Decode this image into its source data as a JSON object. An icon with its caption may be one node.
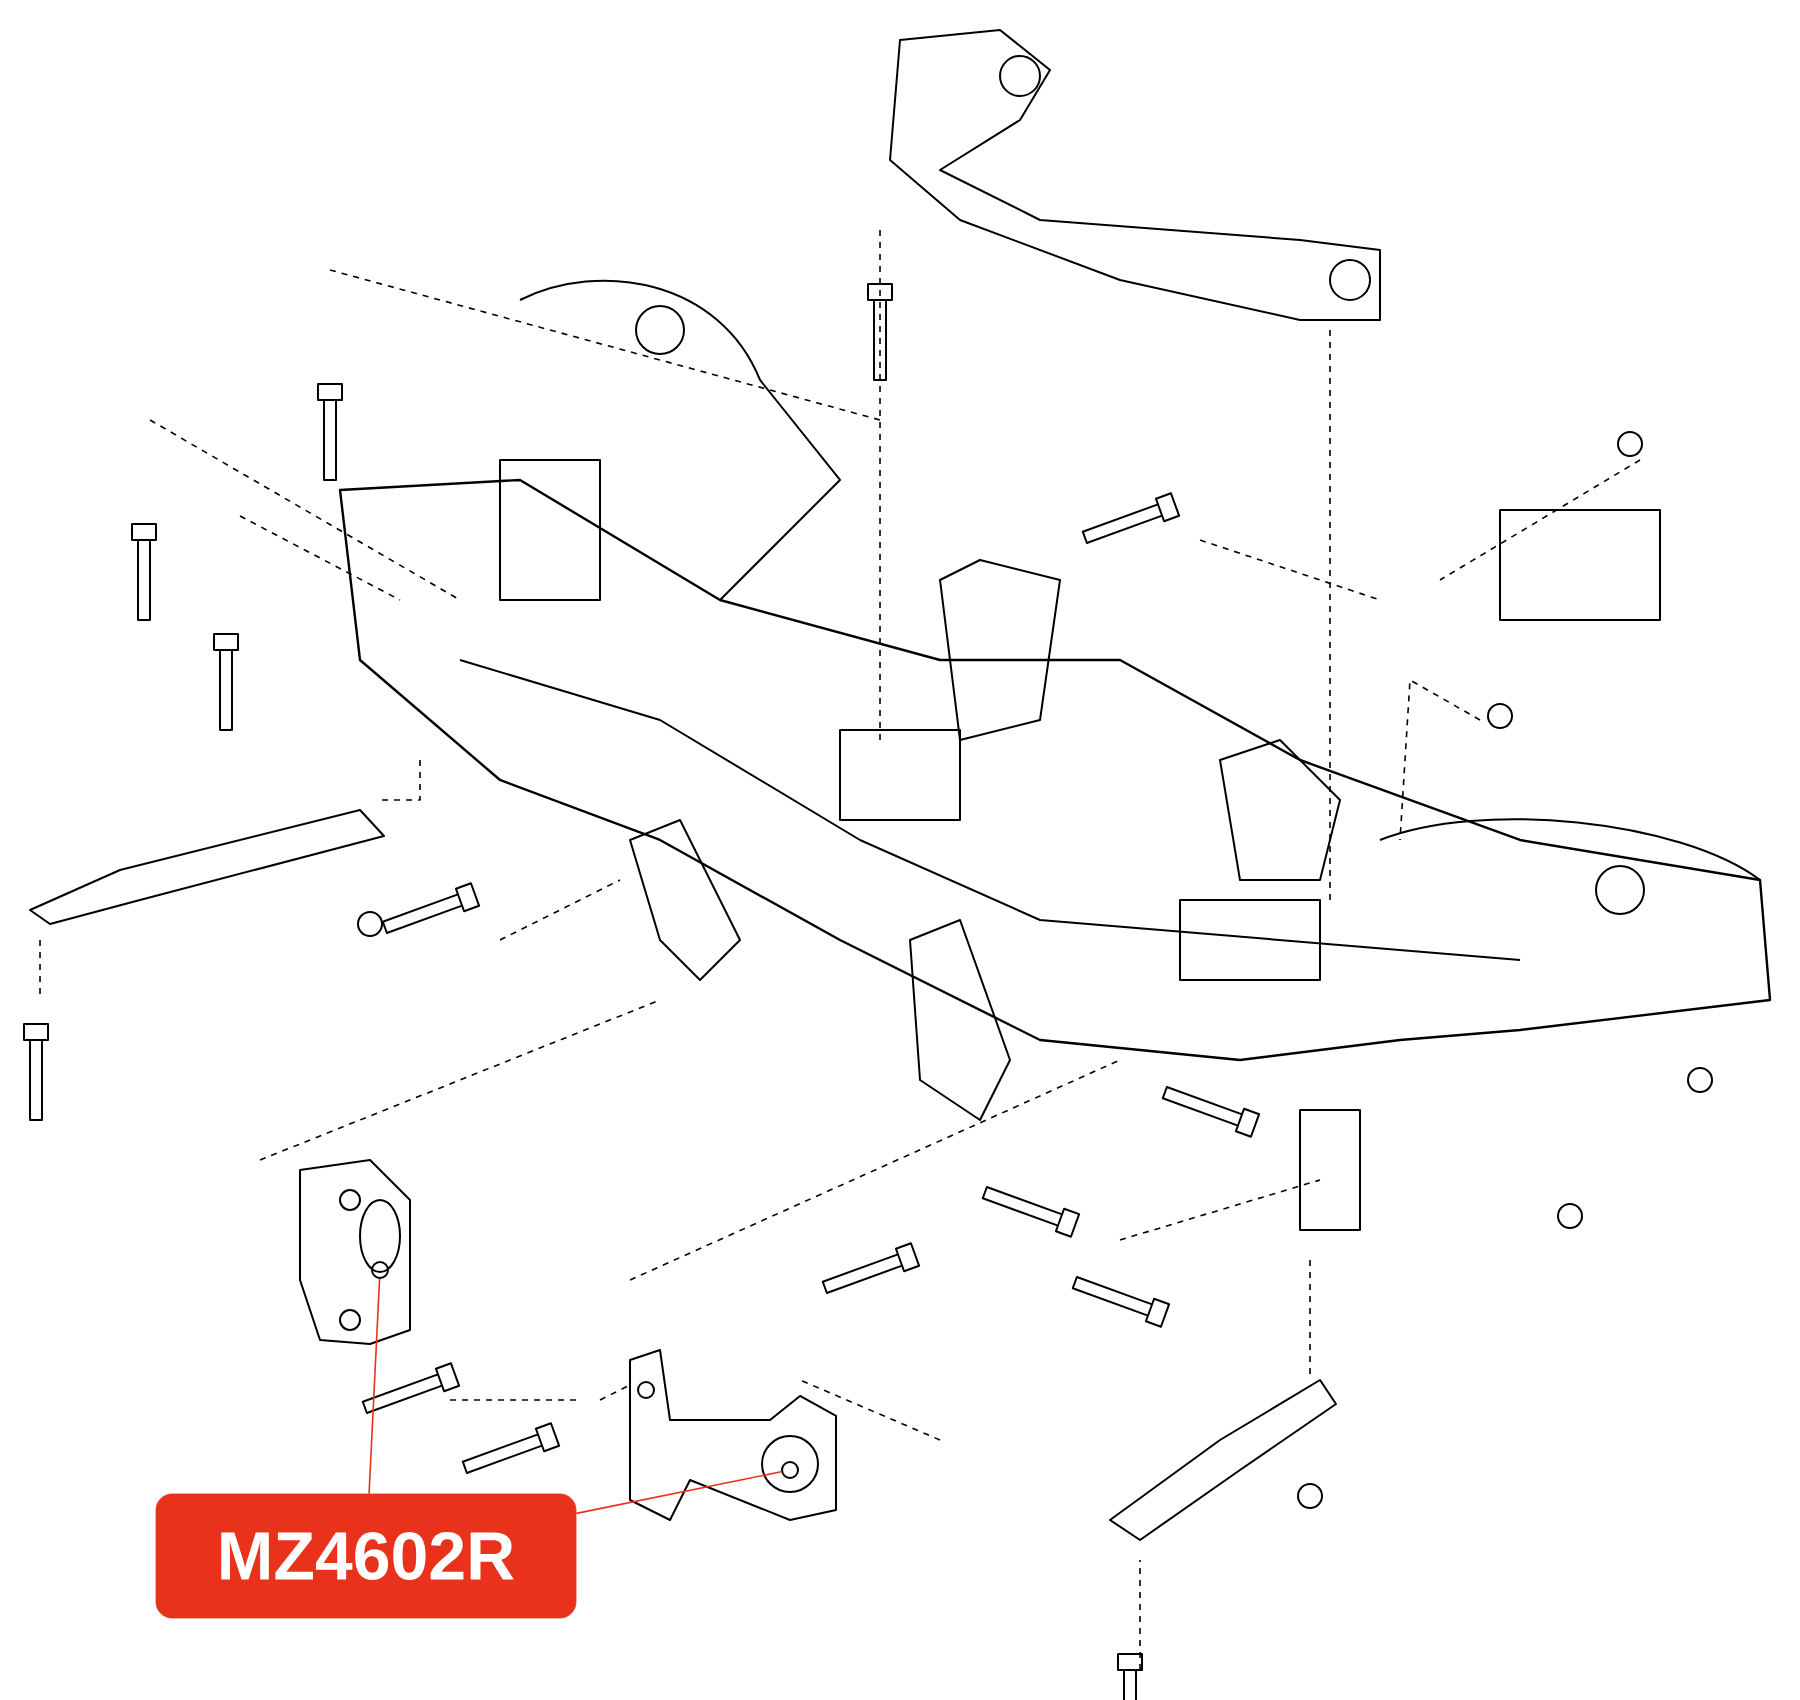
{
  "diagram": {
    "nodes": [
      {
        "text": [
          "MZ4602R"
        ]
      },
      {
        "text": [],
        "shape": "picture"
      },
      {
        "text": [],
        "shape": "picture"
      }
    ],
    "edges": [
      {
        "from": 0,
        "to": 1,
        "arrow": "none"
      },
      {
        "from": 0,
        "to": 2,
        "arrow": "none"
      }
    ]
  }
}
